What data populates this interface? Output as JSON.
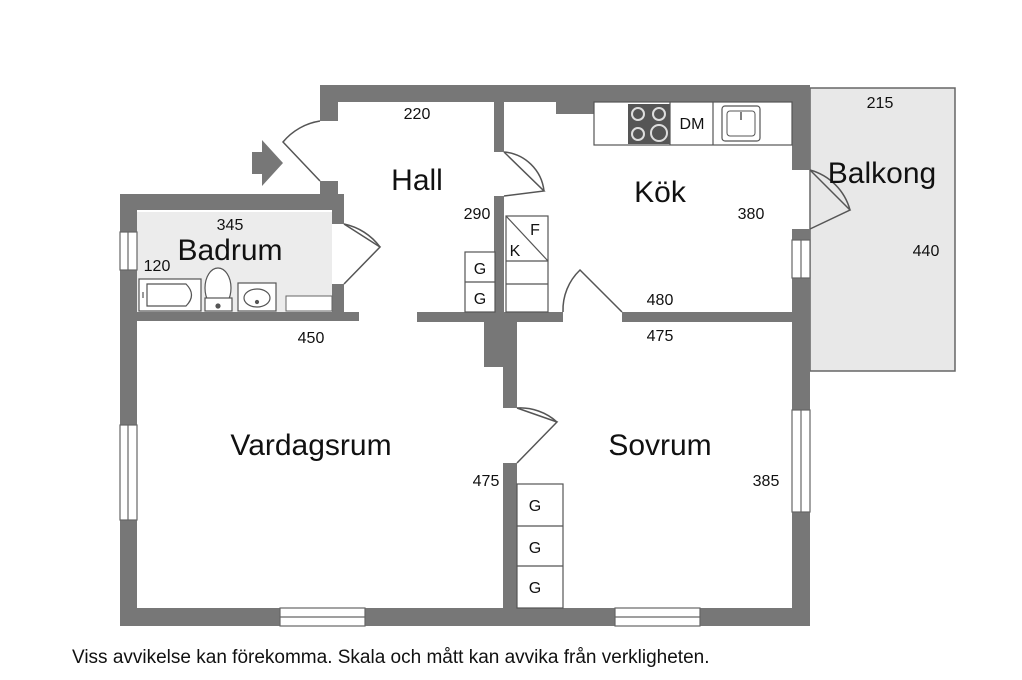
{
  "colors": {
    "wall": "#777777",
    "balcony_fill": "#e8e8e8",
    "bathroom_fill": "#ececec",
    "line": "#555555"
  },
  "rooms": {
    "hall": "Hall",
    "kok": "Kök",
    "balkong": "Balkong",
    "badrum": "Badrum",
    "vardagsrum": "Vardagsrum",
    "sovrum": "Sovrum"
  },
  "dimensions": {
    "hall_width": "220",
    "hall_depth": "290",
    "kok_depth": "380",
    "kok_width": "480",
    "balkong_width": "215",
    "balkong_depth": "440",
    "badrum_width": "345",
    "badrum_depth": "120",
    "vardagsrum_width": "450",
    "vardagsrum_depth": "475",
    "sovrum_width": "475",
    "sovrum_depth": "385"
  },
  "fixtures": {
    "dishwasher": "DM",
    "freezer": "F",
    "fridge": "K",
    "wardrobe": "G"
  },
  "icons": [
    "entrance-arrow-icon",
    "stove-icon",
    "sink-icon",
    "bathtub-icon",
    "toilet-icon",
    "washbasin-icon"
  ],
  "disclaimer": "Viss avvikelse kan förekomma. Skala och mått kan avvika från verkligheten."
}
